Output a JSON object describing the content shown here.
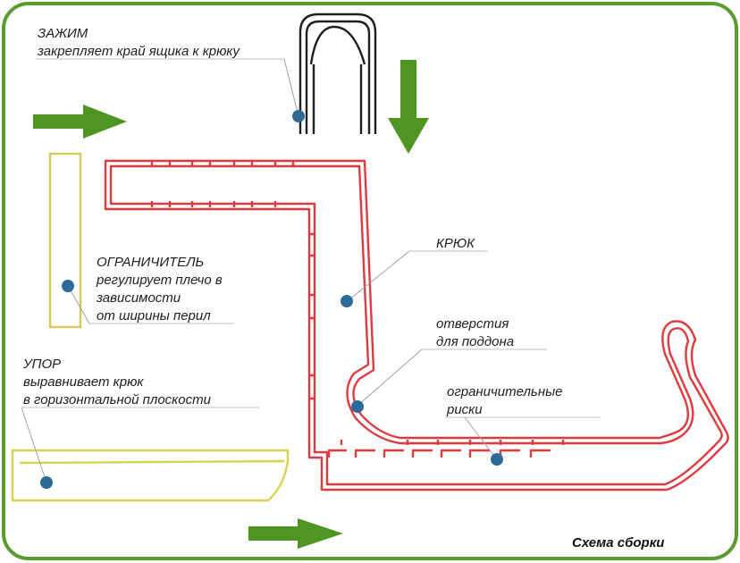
{
  "colors": {
    "frame": "#5a9b2e",
    "arrow": "#4e9621",
    "hook": "#e03a3e",
    "clamp": "#231f20",
    "limiter": "#d8c95a",
    "stop": "#d7d44e",
    "callout_dot": "#2c6b97"
  },
  "icons": {
    "arrows": [
      "arrow-right-icon",
      "arrow-down-icon",
      "arrow-right-icon"
    ]
  },
  "labels": {
    "clamp": {
      "title": "ЗАЖИМ",
      "desc": "закрепляет край ящика к крюку"
    },
    "limiter": {
      "title": "ОГРАНИЧИТЕЛЬ",
      "desc": [
        "регулирует плечо в",
        "зависимости",
        "от ширины перил"
      ]
    },
    "stop": {
      "title": "УПОР",
      "desc": [
        "выравнивает крюк",
        "в горизонтальной плоскости"
      ]
    },
    "hook": {
      "title": "КРЮК"
    },
    "holes": {
      "lines": [
        "отверстия",
        "для поддона"
      ]
    },
    "marks": {
      "lines": [
        "ограничительные",
        "риски"
      ]
    }
  },
  "caption": "Схема сборки"
}
